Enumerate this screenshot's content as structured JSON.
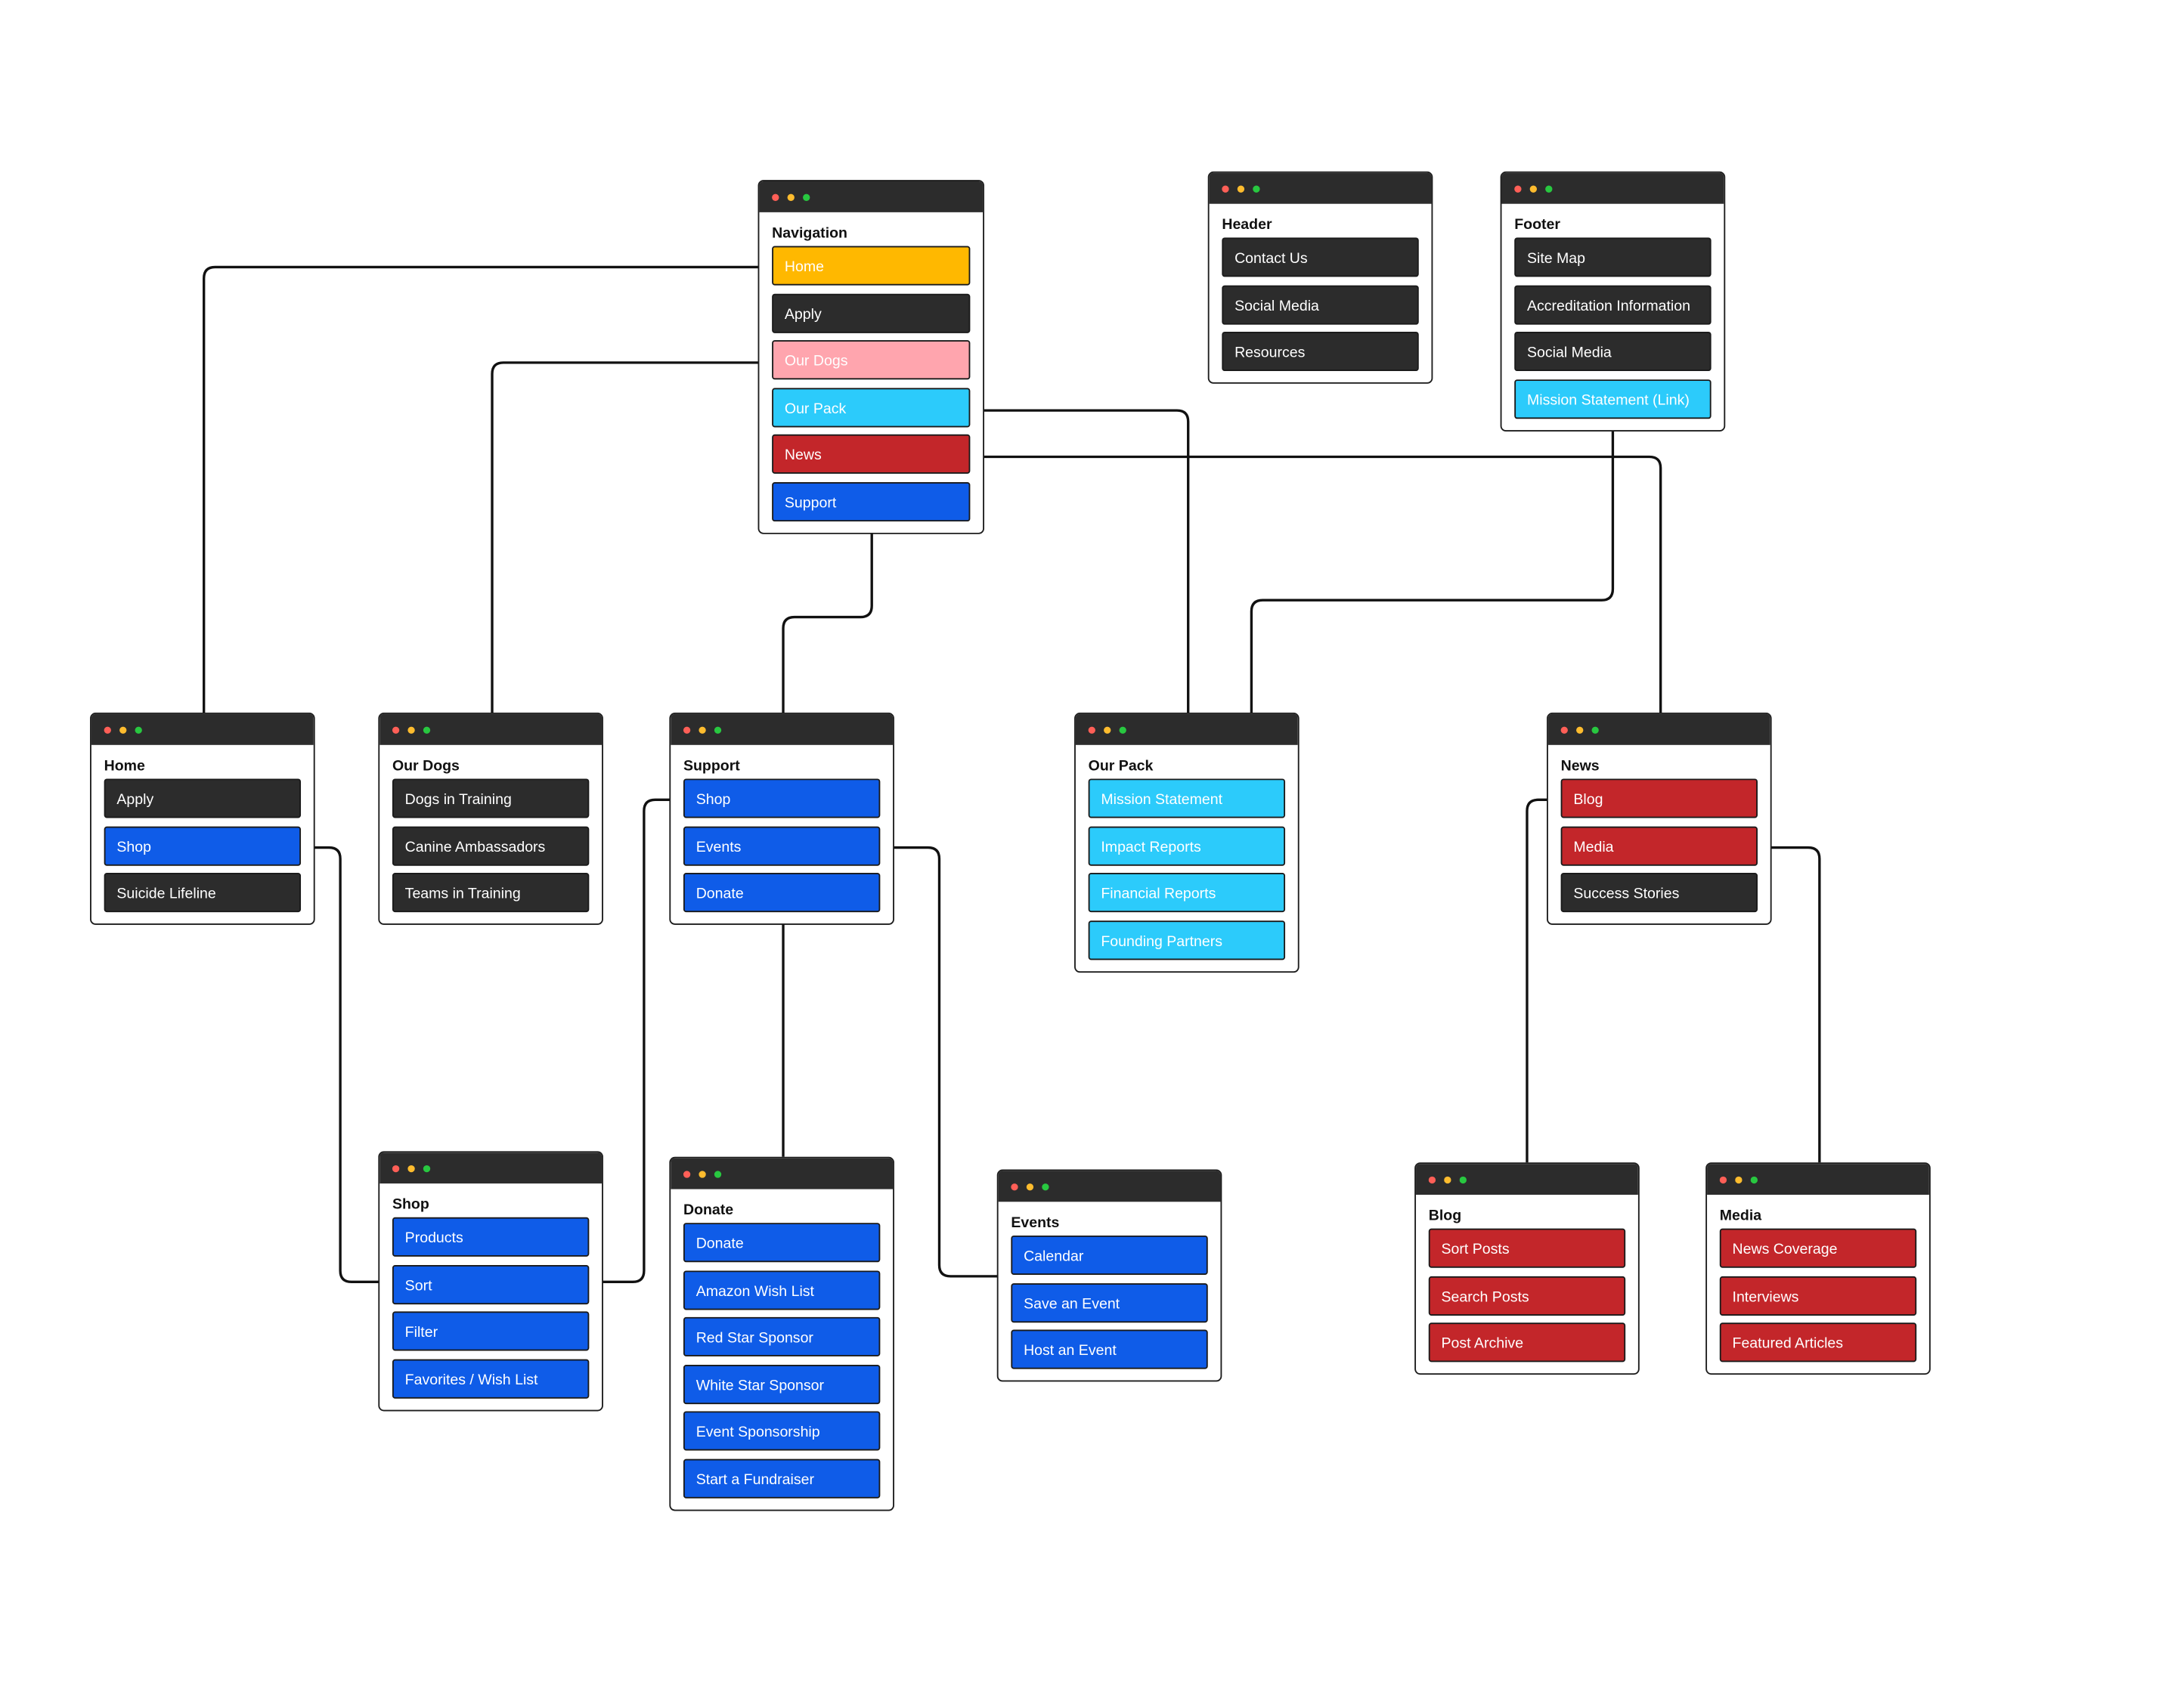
{
  "colors": {
    "window_bar": "#2c2c2c",
    "dot_red": "#ff5f57",
    "dot_yellow": "#febc2e",
    "dot_green": "#28c840",
    "dark": "#2c2c2c",
    "yellow": "#ffb800",
    "pink": "#ffa5ae",
    "cyan": "#2ccbfb",
    "red": "#c3262a",
    "blue": "#0f5ce8",
    "connector": "#111111"
  },
  "windows": [
    {
      "id": "navigation",
      "title": "Navigation",
      "items": [
        {
          "label": "Home",
          "color": "#ffb800"
        },
        {
          "label": "Apply",
          "color": "#2c2c2c"
        },
        {
          "label": "Our Dogs",
          "color": "#ffa5ae"
        },
        {
          "label": "Our Pack",
          "color": "#2ccbfb"
        },
        {
          "label": "News",
          "color": "#c3262a"
        },
        {
          "label": "Support",
          "color": "#0f5ce8"
        }
      ]
    },
    {
      "id": "header",
      "title": "Header",
      "items": [
        {
          "label": "Contact Us",
          "color": "#2c2c2c"
        },
        {
          "label": "Social Media",
          "color": "#2c2c2c"
        },
        {
          "label": "Resources",
          "color": "#2c2c2c"
        }
      ]
    },
    {
      "id": "footer",
      "title": "Footer",
      "items": [
        {
          "label": "Site Map",
          "color": "#2c2c2c"
        },
        {
          "label": "Accreditation Information",
          "color": "#2c2c2c"
        },
        {
          "label": "Social Media",
          "color": "#2c2c2c"
        },
        {
          "label": "Mission Statement (Link)",
          "color": "#2ccbfb"
        }
      ]
    },
    {
      "id": "home",
      "title": "Home",
      "items": [
        {
          "label": "Apply",
          "color": "#2c2c2c"
        },
        {
          "label": "Shop",
          "color": "#0f5ce8"
        },
        {
          "label": "Suicide Lifeline",
          "color": "#2c2c2c"
        }
      ]
    },
    {
      "id": "our-dogs",
      "title": "Our Dogs",
      "items": [
        {
          "label": "Dogs in Training",
          "color": "#2c2c2c"
        },
        {
          "label": "Canine Ambassadors",
          "color": "#2c2c2c"
        },
        {
          "label": "Teams in Training",
          "color": "#2c2c2c"
        }
      ]
    },
    {
      "id": "support",
      "title": "Support",
      "items": [
        {
          "label": "Shop",
          "color": "#0f5ce8"
        },
        {
          "label": "Events",
          "color": "#0f5ce8"
        },
        {
          "label": "Donate",
          "color": "#0f5ce8"
        }
      ]
    },
    {
      "id": "our-pack",
      "title": "Our Pack",
      "items": [
        {
          "label": "Mission Statement",
          "color": "#2ccbfb"
        },
        {
          "label": "Impact Reports",
          "color": "#2ccbfb"
        },
        {
          "label": "Financial Reports",
          "color": "#2ccbfb"
        },
        {
          "label": "Founding Partners",
          "color": "#2ccbfb"
        }
      ]
    },
    {
      "id": "news",
      "title": "News",
      "items": [
        {
          "label": "Blog",
          "color": "#c3262a"
        },
        {
          "label": "Media",
          "color": "#c3262a"
        },
        {
          "label": "Success Stories",
          "color": "#2c2c2c"
        }
      ]
    },
    {
      "id": "shop",
      "title": "Shop",
      "items": [
        {
          "label": "Products",
          "color": "#0f5ce8"
        },
        {
          "label": "Sort",
          "color": "#0f5ce8"
        },
        {
          "label": "Filter",
          "color": "#0f5ce8"
        },
        {
          "label": "Favorites / Wish List",
          "color": "#0f5ce8"
        }
      ]
    },
    {
      "id": "donate",
      "title": "Donate",
      "items": [
        {
          "label": "Donate",
          "color": "#0f5ce8"
        },
        {
          "label": "Amazon Wish List",
          "color": "#0f5ce8"
        },
        {
          "label": "Red Star Sponsor",
          "color": "#0f5ce8"
        },
        {
          "label": "White Star Sponsor",
          "color": "#0f5ce8"
        },
        {
          "label": "Event Sponsorship",
          "color": "#0f5ce8"
        },
        {
          "label": "Start a Fundraiser",
          "color": "#0f5ce8"
        }
      ]
    },
    {
      "id": "events",
      "title": "Events",
      "items": [
        {
          "label": "Calendar",
          "color": "#0f5ce8"
        },
        {
          "label": "Save an Event",
          "color": "#0f5ce8"
        },
        {
          "label": "Host an Event",
          "color": "#0f5ce8"
        }
      ]
    },
    {
      "id": "blog",
      "title": "Blog",
      "items": [
        {
          "label": "Sort Posts",
          "color": "#c3262a"
        },
        {
          "label": "Search Posts",
          "color": "#c3262a"
        },
        {
          "label": "Post Archive",
          "color": "#c3262a"
        }
      ]
    },
    {
      "id": "media",
      "title": "Media",
      "items": [
        {
          "label": "News Coverage",
          "color": "#c3262a"
        },
        {
          "label": "Interviews",
          "color": "#c3262a"
        },
        {
          "label": "Featured Articles",
          "color": "#c3262a"
        }
      ]
    }
  ],
  "connections": [
    {
      "from": "navigation.Home",
      "to": "home"
    },
    {
      "from": "navigation.Our Dogs",
      "to": "our-dogs"
    },
    {
      "from": "navigation.Our Pack",
      "to": "our-pack"
    },
    {
      "from": "navigation.News",
      "to": "news"
    },
    {
      "from": "navigation.Support",
      "to": "support"
    },
    {
      "from": "footer.Mission Statement (Link)",
      "to": "our-pack.Mission Statement"
    },
    {
      "from": "home.Shop",
      "to": "shop"
    },
    {
      "from": "support.Shop",
      "to": "shop"
    },
    {
      "from": "support.Events",
      "to": "events"
    },
    {
      "from": "support.Donate",
      "to": "donate"
    },
    {
      "from": "news.Blog",
      "to": "blog"
    },
    {
      "from": "news.Media",
      "to": "media"
    }
  ]
}
